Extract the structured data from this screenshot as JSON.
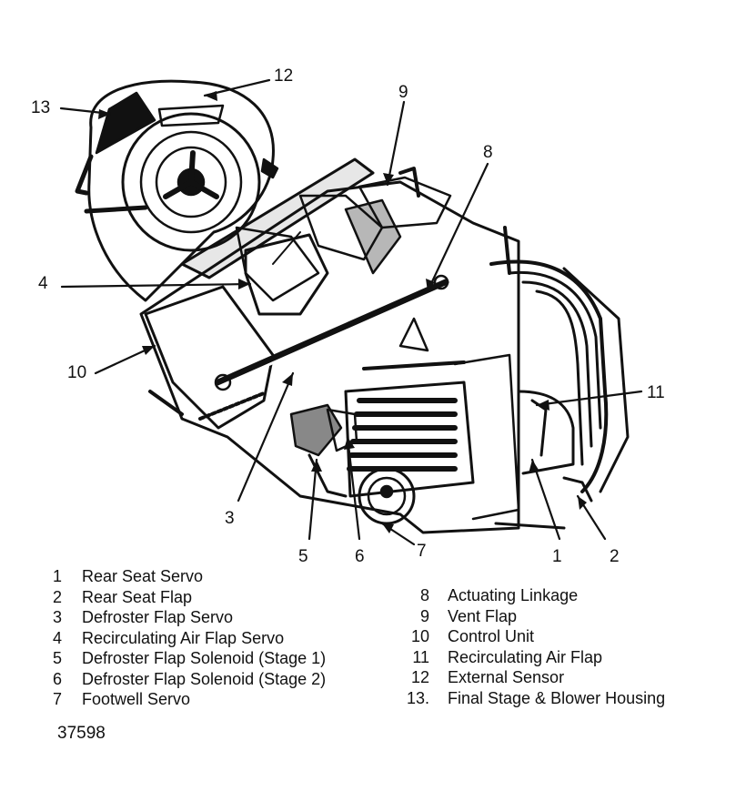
{
  "callouts": [
    "1",
    "2",
    "3",
    "4",
    "5",
    "6",
    "7",
    "8",
    "9",
    "10",
    "11",
    "12",
    "13"
  ],
  "legend_left": [
    {
      "num": "1",
      "label": "Rear Seat Servo"
    },
    {
      "num": "2",
      "label": "Rear Seat Flap"
    },
    {
      "num": "3",
      "label": "Defroster Flap Servo"
    },
    {
      "num": "4",
      "label": "Recirculating Air Flap Servo"
    },
    {
      "num": "5",
      "label": "Defroster Flap Solenoid (Stage 1)"
    },
    {
      "num": "6",
      "label": "Defroster Flap Solenoid (Stage 2)"
    },
    {
      "num": "7",
      "label": "Footwell Servo"
    }
  ],
  "legend_right": [
    {
      "num": "8",
      "label": "Actuating Linkage"
    },
    {
      "num": "9",
      "label": "Vent Flap"
    },
    {
      "num": "10",
      "label": "Control Unit"
    },
    {
      "num": "11",
      "label": "Recirculating Air Flap"
    },
    {
      "num": "12",
      "label": "External Sensor"
    },
    {
      "num": "13.",
      "label": "Final Stage & Blower Housing"
    }
  ],
  "figure_id": "37598",
  "colors": {
    "ink": "#111111",
    "paper": "#ffffff"
  }
}
